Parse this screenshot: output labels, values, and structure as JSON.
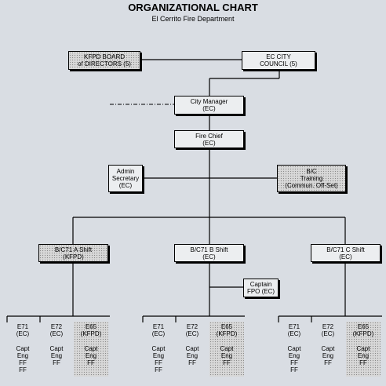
{
  "header": {
    "title": "ORGANIZATIONAL CHART",
    "subtitle": "El Cerrito Fire Department"
  },
  "boxes": {
    "board": [
      "KFPD BOARD",
      "of DIRECTORS (5)"
    ],
    "council": [
      "EC CITY",
      "COUNCIL (5)"
    ],
    "city_manager": [
      "City Manager",
      "(EC)"
    ],
    "fire_chief": [
      "Fire Chief",
      "(EC)"
    ],
    "admin": [
      "Admin",
      "Secretary",
      "(EC)"
    ],
    "training": [
      "B/C",
      "Training",
      "(Commun. Off-Set)"
    ],
    "a_shift": [
      "B/C71 A Shift",
      "(KFPD)"
    ],
    "b_shift": [
      "B/C71 B Shift",
      "(EC)"
    ],
    "c_shift": [
      "B/C71 C Shift",
      "(EC)"
    ],
    "captain_fpo": [
      "Captain",
      "FPO (EC)"
    ]
  },
  "units": [
    {
      "name": "E71",
      "agency": "(EC)",
      "crew": [
        "Capt",
        "Eng",
        "FF",
        "FF"
      ]
    },
    {
      "name": "E72",
      "agency": "(EC)",
      "crew": [
        "Capt",
        "Eng",
        "FF"
      ]
    },
    {
      "name": "E65",
      "agency": "(KFPD)",
      "crew": [
        "Capt",
        "Eng",
        "FF"
      ]
    },
    {
      "name": "E71",
      "agency": "(EC)",
      "crew": [
        "Capt",
        "Eng",
        "FF",
        "FF"
      ]
    },
    {
      "name": "E72",
      "agency": "(EC)",
      "crew": [
        "Capt",
        "Eng",
        "FF"
      ]
    },
    {
      "name": "E65",
      "agency": "(KFPD)",
      "crew": [
        "Capt",
        "Eng",
        "FF"
      ]
    },
    {
      "name": "E71",
      "agency": "(EC)",
      "crew": [
        "Capt",
        "Eng",
        "FF",
        "FF"
      ]
    },
    {
      "name": "E72",
      "agency": "(EC)",
      "crew": [
        "Capt",
        "Eng",
        "FF"
      ]
    },
    {
      "name": "E65",
      "agency": "(KFPD)",
      "crew": [
        "Capt",
        "Eng",
        "FF"
      ]
    }
  ]
}
